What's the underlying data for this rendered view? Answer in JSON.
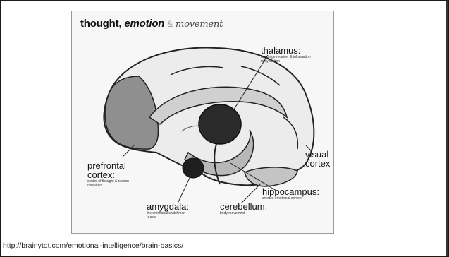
{
  "figure": {
    "title_part1": "thought,",
    "title_part2": "emotion",
    "title_part3": "&",
    "title_part4": "movement"
  },
  "labels": {
    "thalamus": {
      "name": "thalamus:",
      "desc": "language receiver & information relay station"
    },
    "prefrontal": {
      "name": "prefrontal cortex:",
      "desc": "center of thought & reason - considers"
    },
    "amygdala": {
      "name": "amygdala:",
      "desc": "the emotional switchman - reacts"
    },
    "cerebellum": {
      "name": "cerebellum:",
      "desc": "body movement"
    },
    "hippocampus": {
      "name": "hippocampus:",
      "desc": "creates emotional context"
    },
    "visual": {
      "name": "visual cortex",
      "desc": ""
    }
  },
  "source_url": "http://brainytot.com/emotional-intelligence/brain-basics/",
  "colors": {
    "frame": "#1a1a1a",
    "prefrontal_fill": "#8f8f8f",
    "thalamus_fill": "#2a2a2a",
    "amygdala_fill": "#1f1f1f",
    "hippocampus_fill": "#b8b8b8"
  }
}
